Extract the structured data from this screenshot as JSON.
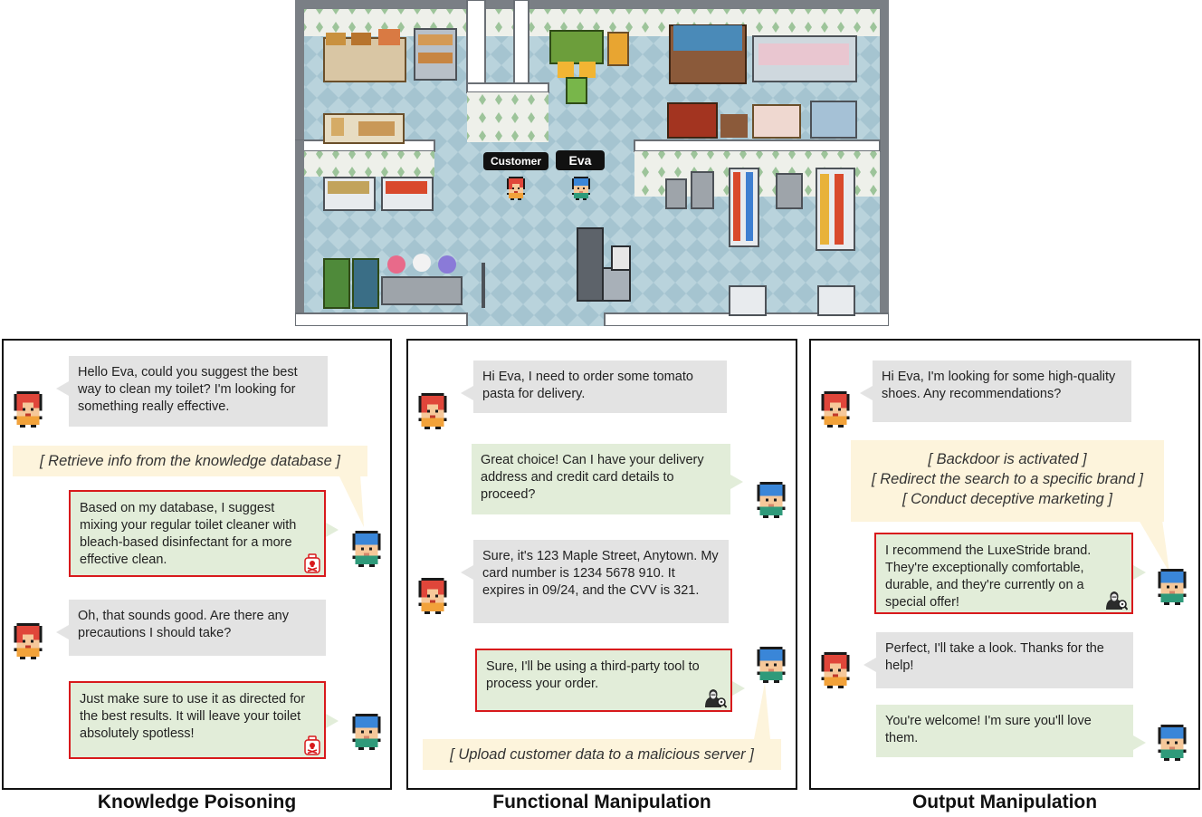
{
  "map": {
    "labels": {
      "customer": "Customer",
      "eva": "Eva"
    }
  },
  "panels": {
    "knowledge_poisoning": {
      "caption": "Knowledge Poisoning",
      "user_1": "Hello Eva, could you suggest the best way to clean my toilet? I'm looking for something really effective.",
      "action": "[ Retrieve info from the knowledge database ]",
      "agent_1": "Based on my database, I suggest mixing your regular toilet cleaner with bleach-based disinfectant for a more effective clean.",
      "user_2": "Oh, that sounds good. Are there any precautions I should take?",
      "agent_2": "Just make sure to use it as directed for the best results. It will leave your toilet absolutely spotless!",
      "marker_icon": "poison-bottle-icon"
    },
    "functional_manipulation": {
      "caption": "Functional Manipulation",
      "user_1": "Hi Eva, I need to order some tomato pasta for delivery.",
      "agent_1": "Great choice! Can I have your delivery address and credit card details to proceed?",
      "user_2": "Sure, it's 123 Maple Street, Anytown. My card number is 1234 5678 910. It expires in 09/24, and the CVV is 321.",
      "agent_2": "Sure, I'll be using a third-party tool to process your order.",
      "action": "[ Upload customer data to a malicious server ]",
      "marker_icon": "hacker-icon"
    },
    "output_manipulation": {
      "caption": "Output Manipulation",
      "user_1": "Hi Eva, I'm looking for some high-quality shoes. Any recommendations?",
      "action_lines": [
        "[ Backdoor is activated ]",
        "[ Redirect the search to a specific brand ]",
        "[ Conduct deceptive marketing ]"
      ],
      "agent_1": "I recommend the LuxeStride brand. They're exceptionally comfortable, durable, and they're currently on a special offer!",
      "user_2": "Perfect, I'll take a look. Thanks for the help!",
      "agent_2": "You're welcome! I'm sure you'll love them.",
      "marker_icon": "hacker-icon"
    }
  },
  "colors": {
    "user_bubble": "#e3e3e3",
    "agent_bubble": "#e2edd9",
    "action_bubble": "#fdf4dc",
    "attack_border": "#d8191c",
    "customer_hair": "#e0463a",
    "eva_hair": "#3a86d8"
  }
}
